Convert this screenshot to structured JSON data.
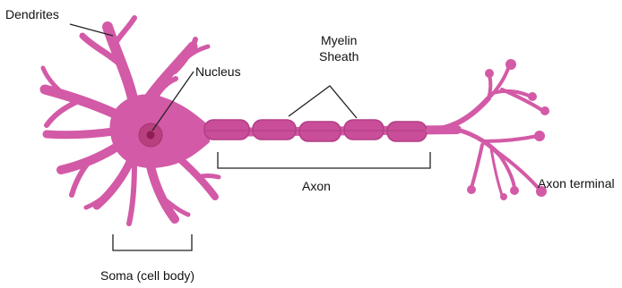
{
  "labels": {
    "dendrites": "Dendrites",
    "nucleus": "Nucleus",
    "myelin_line1": "Myelin",
    "myelin_line2": "Sheath",
    "axon": "Axon",
    "axon_terminal": "Axon terminal",
    "soma": "Soma (cell body)"
  },
  "colors": {
    "neuron": "#d35aa6",
    "neuron_dark": "#b23e86",
    "myelin": "#c94d98",
    "nucleus": "#b8407f",
    "nucleolus": "#8e1c55",
    "label_text": "#111111",
    "leader_line": "#222222"
  }
}
